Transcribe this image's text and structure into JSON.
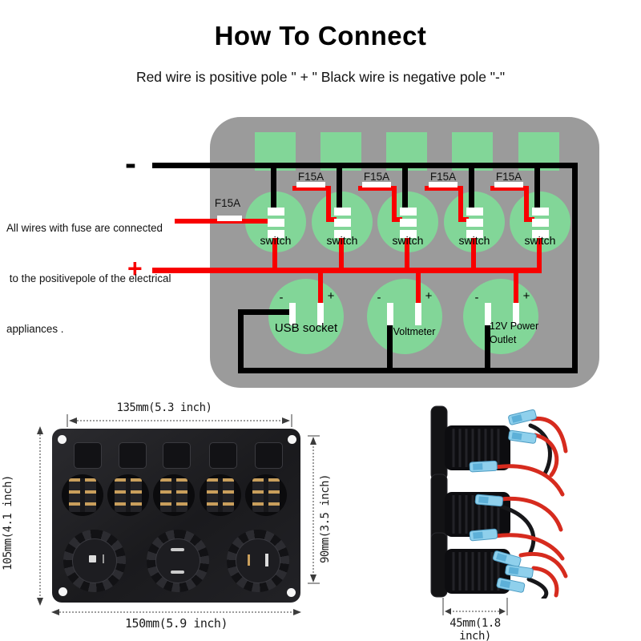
{
  "header": {
    "title": "How To Connect",
    "subtitle": "Red wire is positive pole \" + \" Black wire is negative pole \"-\""
  },
  "diagram": {
    "note": {
      "line1": "All wires with fuse are connected",
      "line2": " to the positivepole of the electrical",
      "line3": "appliances ."
    },
    "bus": {
      "minus": "-",
      "plus": "+"
    },
    "fuse_label": "F15A",
    "switch_label": "switch",
    "outputs": {
      "usb": "USB socket",
      "voltmeter": "Voltmeter",
      "outlet_line1": "12V Power",
      "outlet_line2": "Outlet"
    },
    "terminals": {
      "minus": "-",
      "plus": "+"
    },
    "colors": {
      "panel_gray": "#9b9b9b",
      "component_green": "#82d698",
      "wire_red": "#f80000",
      "wire_black": "#000000",
      "fuse_white": "#ffffff"
    }
  },
  "dimensions": {
    "panel_top_width": "135mm(5.3 inch)",
    "panel_left_height": "105mm(4.1 inch)",
    "panel_right_height": "90mm(3.5 inch)",
    "panel_bottom_width": "150mm(5.9 inch)",
    "socket_diameter": "45mm(1.8 inch)"
  }
}
